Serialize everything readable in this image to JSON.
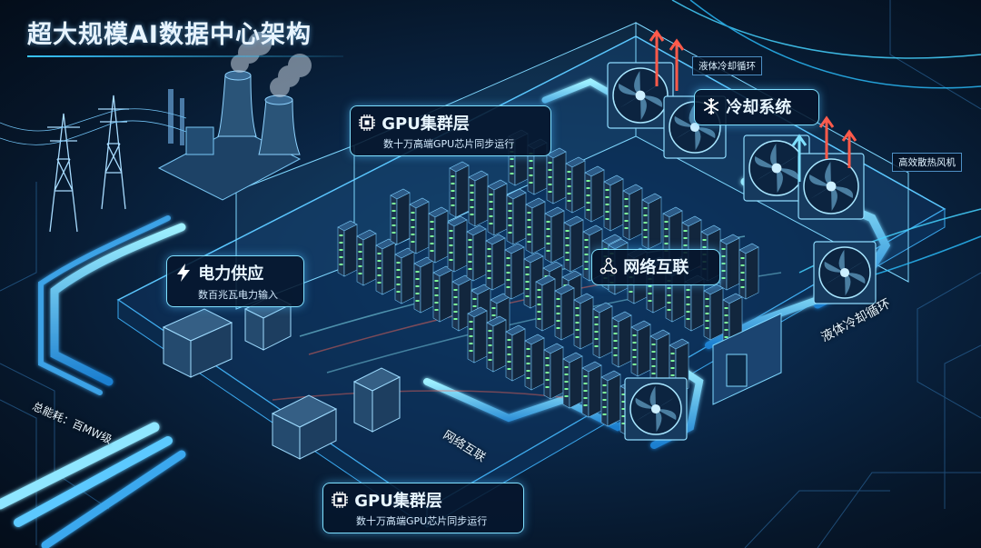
{
  "title": "超大规模AI数据中心架构",
  "labels": {
    "gpu_top": {
      "head": "GPU集群层",
      "sub": "数十万高端GPU芯片同步运行",
      "icon": "chip-icon"
    },
    "gpu_bottom": {
      "head": "GPU集群层",
      "sub": "数十万高端GPU芯片同步运行",
      "icon": "chip-icon"
    },
    "power": {
      "head": "电力供应",
      "sub": "数百兆瓦电力输入",
      "icon": "lightning-icon"
    },
    "cooling": {
      "head": "冷却系统",
      "icon": "snowflake-icon"
    },
    "network": {
      "head": "网络互联",
      "icon": "network-nodes-icon"
    },
    "liquid_top": "液体冷却循环",
    "fans": "高效散热风机",
    "liquid_right": "液体冷却循环",
    "network_floor": "网络互联",
    "total_power": "总能耗：百MW级"
  },
  "colors": {
    "accent": "#39c6ff",
    "glow": "#7fe0ff",
    "hot": "#ff5a4a",
    "rack": "#1c3450",
    "led": "#7dff9a"
  }
}
